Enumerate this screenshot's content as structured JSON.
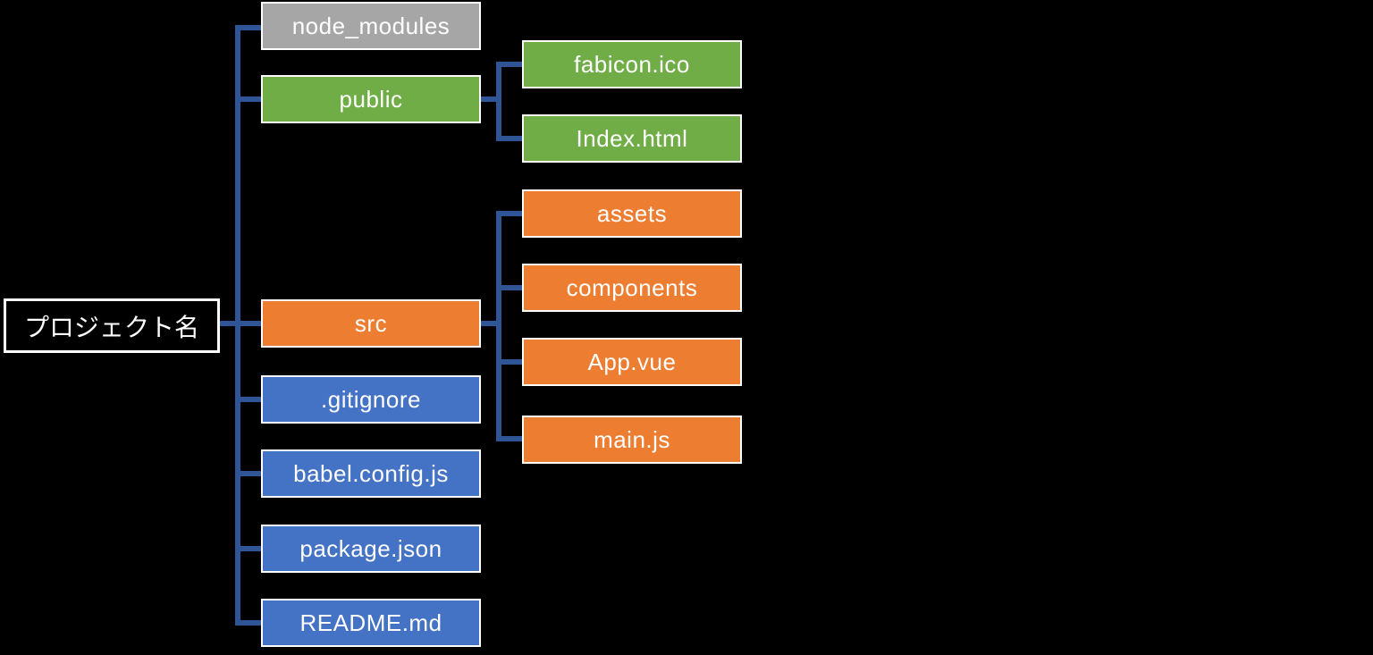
{
  "diagram": {
    "title_none": "",
    "tree": {
      "root": {
        "label": "プロジェクト名",
        "type": "project-root"
      },
      "children": [
        {
          "label": "node_modules",
          "type": "folder",
          "color": "#A6A6A6",
          "children": []
        },
        {
          "label": "public",
          "type": "folder",
          "color": "#70AD47",
          "children": [
            {
              "label": "fabicon.ico",
              "type": "file",
              "color": "#70AD47"
            },
            {
              "label": "Index.html",
              "type": "file",
              "color": "#70AD47"
            }
          ]
        },
        {
          "label": "src",
          "type": "folder",
          "color": "#ED7D31",
          "children": [
            {
              "label": "assets",
              "type": "folder",
              "color": "#ED7D31"
            },
            {
              "label": "components",
              "type": "folder",
              "color": "#ED7D31"
            },
            {
              "label": "App.vue",
              "type": "file",
              "color": "#ED7D31"
            },
            {
              "label": "main.js",
              "type": "file",
              "color": "#ED7D31"
            }
          ]
        },
        {
          "label": ".gitignore",
          "type": "file",
          "color": "#4472C4",
          "children": []
        },
        {
          "label": "babel.config.js",
          "type": "file",
          "color": "#4472C4",
          "children": []
        },
        {
          "label": "package.json",
          "type": "file",
          "color": "#4472C4",
          "children": []
        },
        {
          "label": "README.md",
          "type": "file",
          "color": "#4472C4",
          "children": []
        }
      ]
    },
    "colors": {
      "background": "#000000",
      "connector": "#2F5597",
      "box_border": "#FFFFFF",
      "text": "#FFFFFF",
      "folder_gray": "#A6A6A6",
      "folder_green": "#70AD47",
      "folder_orange": "#ED7D31",
      "file_blue": "#4472C4",
      "root_fill": "#000000"
    }
  }
}
